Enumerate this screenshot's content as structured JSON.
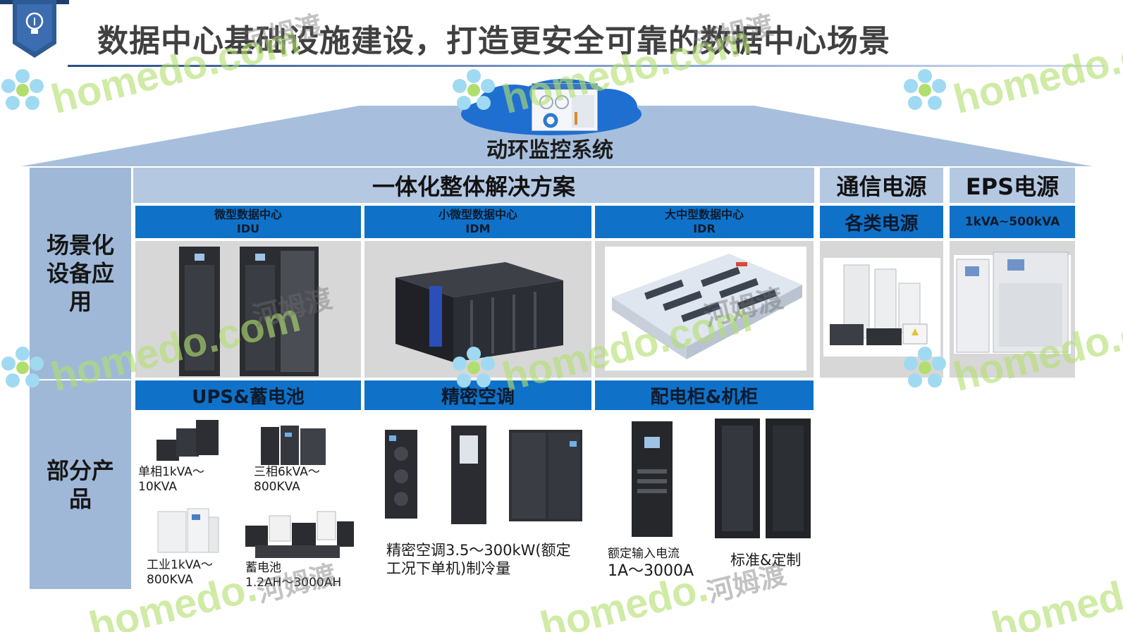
{
  "title": "数据中心基础设施建设，打造更安全可靠的数据中心场景",
  "monitor": {
    "label": "动环监控系统"
  },
  "side": {
    "scene_lines": [
      "场景化",
      "设备应",
      "用"
    ],
    "products_lines": [
      "部分产",
      "品"
    ]
  },
  "integrated": {
    "title": "一体化整体解决方案",
    "columns": [
      {
        "name": "微型数据中心",
        "code": "IDU"
      },
      {
        "name": "小微型数据中心",
        "code": "IDM"
      },
      {
        "name": "大中型数据中心",
        "code": "IDR"
      }
    ]
  },
  "telecom_power": {
    "title": "通信电源",
    "sub": "各类电源"
  },
  "eps_power": {
    "title": "EPS电源",
    "sub": "1kVA~500kVA"
  },
  "categories": {
    "ups": "UPS&蓄电池",
    "ac": "精密空调",
    "cabinet": "配电柜&机柜"
  },
  "products": {
    "ups_single": [
      "单相1kVA～",
      "10KVA"
    ],
    "ups_three": [
      "三相6kVA～",
      "800KVA"
    ],
    "ups_industrial": [
      "工业1kVA～",
      "800KVA"
    ],
    "battery": [
      "蓄电池",
      "1.2AH～3000AH"
    ],
    "ac_caption": [
      "精密空调3.5～300kW(额定",
      "工况下单机)制冷量"
    ],
    "pd_caption": [
      "额定输入电流",
      "1A～3000A"
    ],
    "rack_caption": "标准&定制"
  },
  "watermark": {
    "brand": "homedo.com",
    "cn": "河姆渡"
  },
  "colors": {
    "blue_header": "#0f72c8",
    "light_header": "#b4c8e2",
    "side": "#9fb8d7",
    "panel": "#d7d7d7",
    "watermark": "#b2de70"
  }
}
